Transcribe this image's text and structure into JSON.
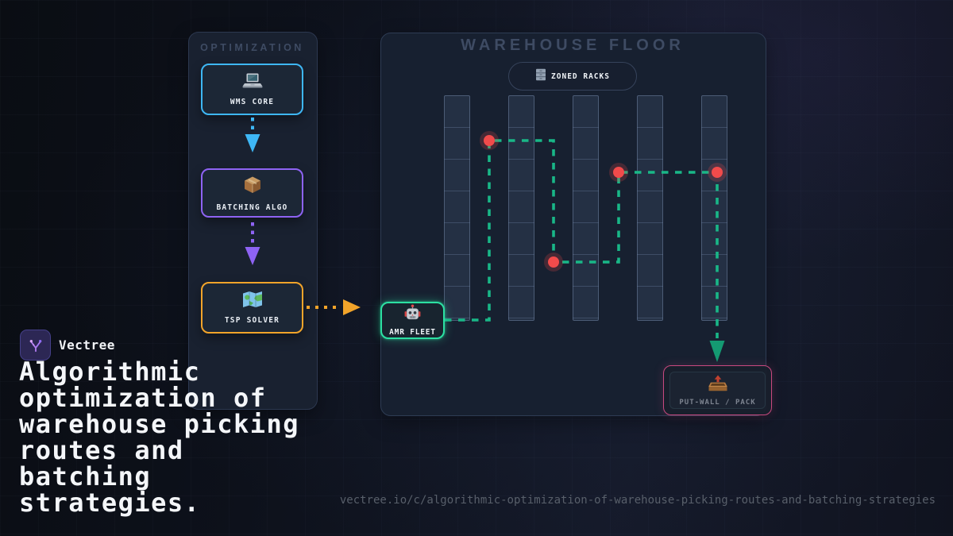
{
  "colors": {
    "cyan": "#3eb7f5",
    "purple": "#8e63f3",
    "orange": "#f2a42a",
    "green": "#19b787",
    "green_dark": "#149a72",
    "red": "#f14b4b",
    "pink": "#c9497f",
    "amr_green": "#2ce0a2",
    "panel_title": "#3e4b63",
    "label": "#e9eef4",
    "muted_label": "#7d8490",
    "url_text": "#585f6a",
    "title_text": "#f4f6f9"
  },
  "brand": {
    "name": "Vectree",
    "logo_icon": "vectree-branch-icon"
  },
  "headline": "Algorithmic\noptimization of\nwarehouse picking\nroutes and\nbatching\nstrategies.",
  "footer_url": "vectree.io/c/algorithmic-optimization-of-warehouse-picking-routes-and-batching-strategies",
  "optimization_panel": {
    "title": "OPTIMIZATION",
    "nodes": [
      {
        "label": "WMS CORE",
        "icon": "laptop-icon",
        "accent": "#3eb7f5"
      },
      {
        "label": "BATCHING ALGO",
        "icon": "package-icon",
        "accent": "#8e63f3"
      },
      {
        "label": "TSP SOLVER",
        "icon": "map-icon",
        "accent": "#f2a42a"
      }
    ]
  },
  "warehouse_panel": {
    "title": "WAREHOUSE FLOOR",
    "racks_badge": {
      "label": "ZONED RACKS",
      "icon": "rack-icon"
    },
    "rack_columns": 5,
    "amr_station": {
      "label": "AMR FLEET",
      "icon": "robot-icon",
      "accent": "#2ce0a2"
    },
    "putwall_station": {
      "label": "PUT-WALL / PACK",
      "icon": "outbox-icon",
      "accent": "#c9497f"
    },
    "route": {
      "style": "dashed-green",
      "start": "AMR FLEET",
      "end": "PUT-WALL / PACK",
      "pick_points": 4
    }
  }
}
